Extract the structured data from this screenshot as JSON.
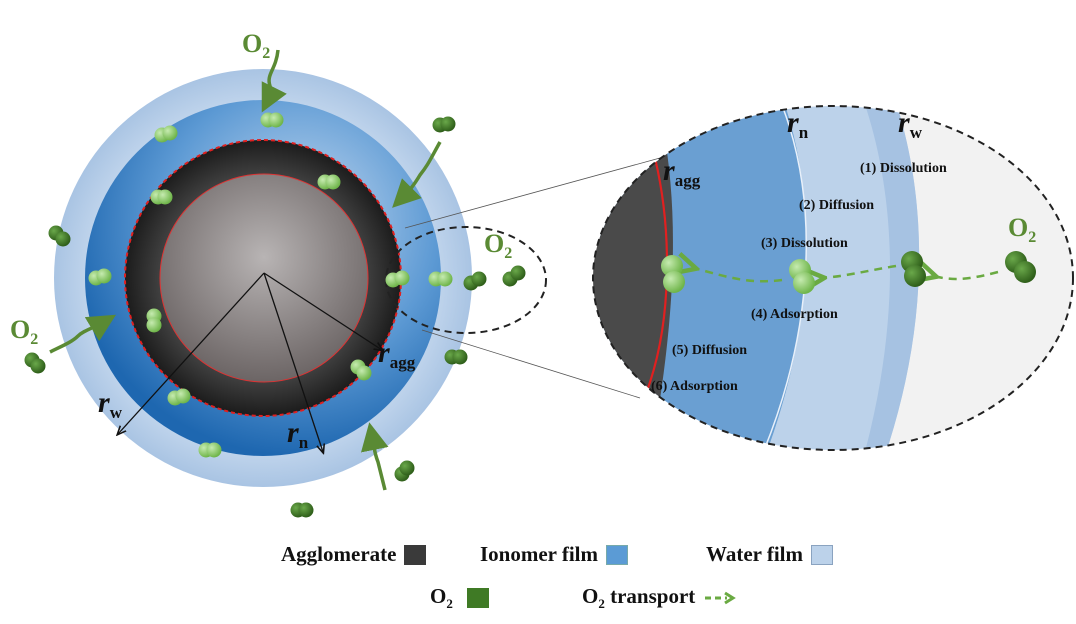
{
  "diagram": {
    "left_labels": {
      "o2_top": "O",
      "o2_left": "O",
      "o2_zoom": "O",
      "o2_sub": "2",
      "r": "r",
      "r_w_sub": "w",
      "r_n_sub": "n",
      "r_agg_sub": "agg"
    },
    "zoom_labels": {
      "r": "r",
      "r_agg_sub": "agg",
      "r_n_sub": "n",
      "r_w_sub": "w",
      "o2": "O",
      "o2_sub": "2"
    },
    "steps": [
      "(1) Dissolution",
      "(2) Diffusion",
      "(3) Dissolution",
      "(4) Adsorption",
      "(5) Diffusion",
      "(6) Adsorption"
    ],
    "colors": {
      "agglomerate": "#3a3a3a",
      "ionomer": "#5b9bd5",
      "water": "#bcd2ea",
      "o2_dark": "#3f7a25",
      "o2_light": "#8fce6e",
      "transport": "#6aaa42",
      "boundary": "#e02020"
    }
  },
  "legend": {
    "agglomerate": "Agglomerate",
    "ionomer": "Ionomer film",
    "water": "Water film",
    "o2": "O",
    "o2_sub": "2",
    "transport_prefix": "O",
    "transport_sub": "2",
    "transport_label": " transport"
  }
}
